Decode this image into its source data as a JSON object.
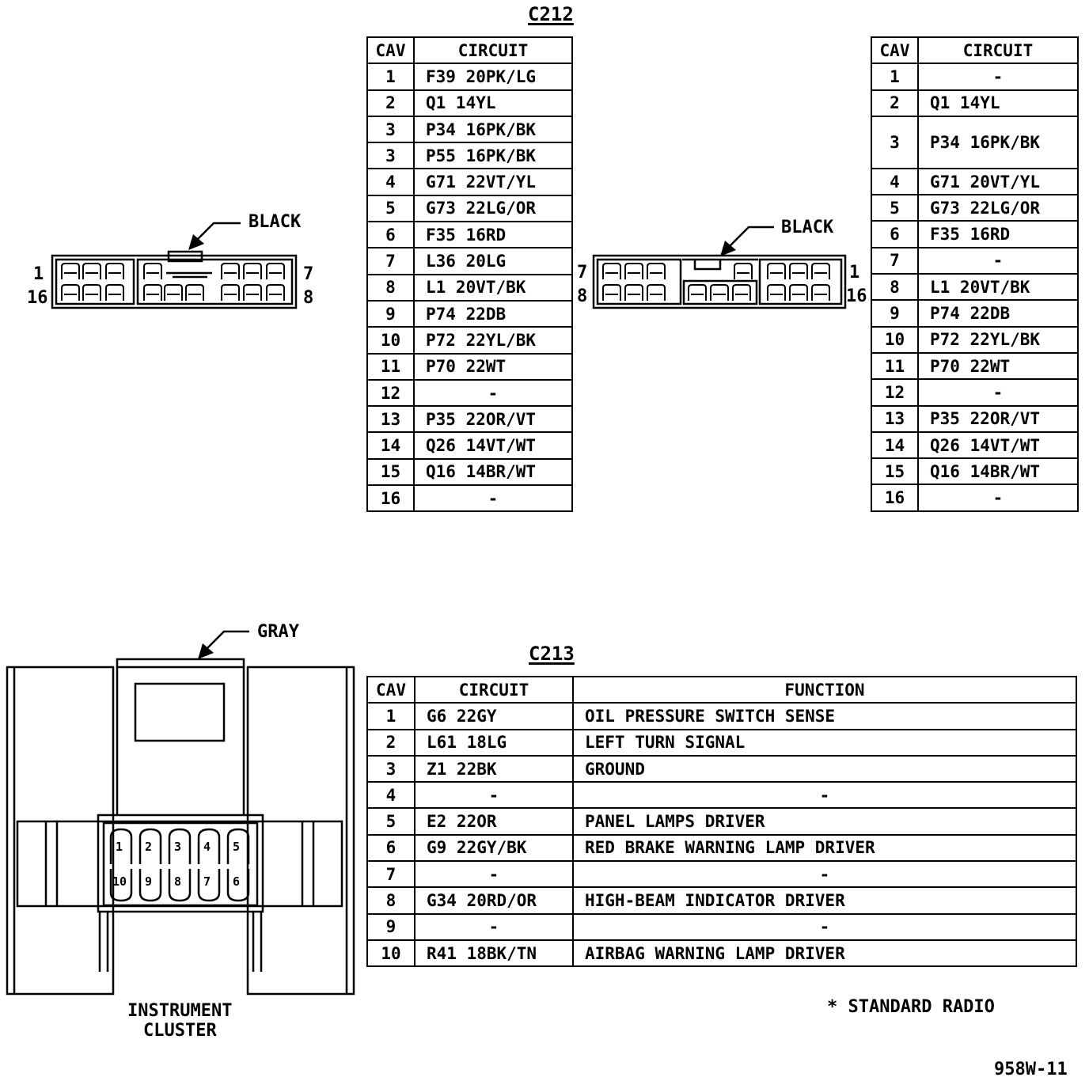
{
  "c212": {
    "title": "C212",
    "left_connector": {
      "color_label": "BLACK",
      "pin_tl": "1",
      "pin_bl": "16",
      "pin_tr": "7",
      "pin_br": "8"
    },
    "right_connector": {
      "color_label": "BLACK",
      "pin_tl": "7",
      "pin_bl": "8",
      "pin_tr": "1",
      "pin_br": "16"
    },
    "left_table": {
      "headers": [
        "CAV",
        "CIRCUIT"
      ],
      "rows": [
        [
          "1",
          "F39  20PK/LG"
        ],
        [
          "2",
          "Q1  14YL"
        ],
        [
          "3",
          "P34  16PK/BK"
        ],
        [
          "3",
          "P55  16PK/BK"
        ],
        [
          "4",
          "G71  22VT/YL"
        ],
        [
          "5",
          "G73  22LG/OR"
        ],
        [
          "6",
          "F35  16RD"
        ],
        [
          "7",
          "L36  20LG"
        ],
        [
          "8",
          "L1  20VT/BK"
        ],
        [
          "9",
          "P74  22DB"
        ],
        [
          "10",
          "P72  22YL/BK"
        ],
        [
          "11",
          "P70  22WT"
        ],
        [
          "12",
          "-"
        ],
        [
          "13",
          "P35  22OR/VT"
        ],
        [
          "14",
          "Q26  14VT/WT"
        ],
        [
          "15",
          "Q16  14BR/WT"
        ],
        [
          "16",
          "-"
        ]
      ]
    },
    "right_table": {
      "headers": [
        "CAV",
        "CIRCUIT"
      ],
      "rows": [
        [
          "1",
          "-"
        ],
        [
          "2",
          "Q1  14YL"
        ],
        [
          "3",
          "P34  16PK/BK"
        ],
        [
          "4",
          "G71  20VT/YL"
        ],
        [
          "5",
          "G73  22LG/OR"
        ],
        [
          "6",
          "F35  16RD"
        ],
        [
          "7",
          "-"
        ],
        [
          "8",
          "L1  20VT/BK"
        ],
        [
          "9",
          "P74  22DB"
        ],
        [
          "10",
          "P72  22YL/BK"
        ],
        [
          "11",
          "P70  22WT"
        ],
        [
          "12",
          "-"
        ],
        [
          "13",
          "P35  22OR/VT"
        ],
        [
          "14",
          "Q26  14VT/WT"
        ],
        [
          "15",
          "Q16  14BR/WT"
        ],
        [
          "16",
          "-"
        ]
      ]
    }
  },
  "c213": {
    "title": "C213",
    "connector": {
      "color_label": "GRAY",
      "component_label_line1": "INSTRUMENT",
      "component_label_line2": "CLUSTER",
      "top_pins": [
        "1",
        "2",
        "3",
        "4",
        "5"
      ],
      "bottom_pins": [
        "10",
        "9",
        "8",
        "7",
        "6"
      ]
    },
    "table": {
      "headers": [
        "CAV",
        "CIRCUIT",
        "FUNCTION"
      ],
      "rows": [
        [
          "1",
          "G6  22GY",
          "OIL  PRESSURE  SWITCH  SENSE"
        ],
        [
          "2",
          "L61  18LG",
          "LEFT  TURN  SIGNAL"
        ],
        [
          "3",
          "Z1  22BK",
          "GROUND"
        ],
        [
          "4",
          "-",
          "-"
        ],
        [
          "5",
          "E2  22OR",
          "PANEL  LAMPS  DRIVER"
        ],
        [
          "6",
          "G9  22GY/BK",
          "RED  BRAKE  WARNING  LAMP  DRIVER"
        ],
        [
          "7",
          "-",
          "-"
        ],
        [
          "8",
          "G34  20RD/OR",
          "HIGH-BEAM  INDICATOR  DRIVER"
        ],
        [
          "9",
          "-",
          "-"
        ],
        [
          "10",
          "R41  18BK/TN",
          "AIRBAG  WARNING  LAMP  DRIVER"
        ]
      ]
    }
  },
  "footnote": "*  STANDARD  RADIO",
  "figure_id": "958W-11"
}
